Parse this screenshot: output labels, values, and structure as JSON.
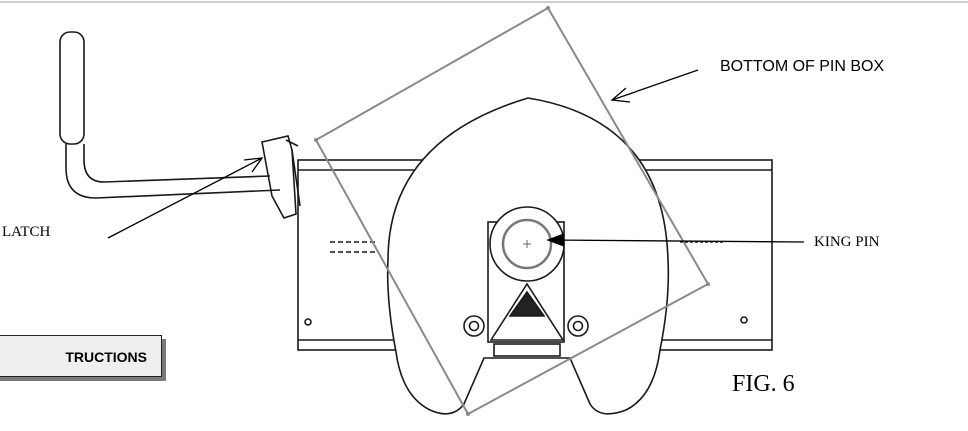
{
  "labels": {
    "pin_box": "BOTTOM OF PIN BOX",
    "latch": "LATCH",
    "king_pin": "KING PIN",
    "figure": "FIG. 6"
  },
  "instructions_tab": {
    "text": "TRUCTIONS"
  },
  "colors": {
    "line": "#1a1a1a",
    "pin_box_outline": "#8a8a8a",
    "tab_background": "#efefef",
    "tab_shadow": "#7a7a7a"
  }
}
